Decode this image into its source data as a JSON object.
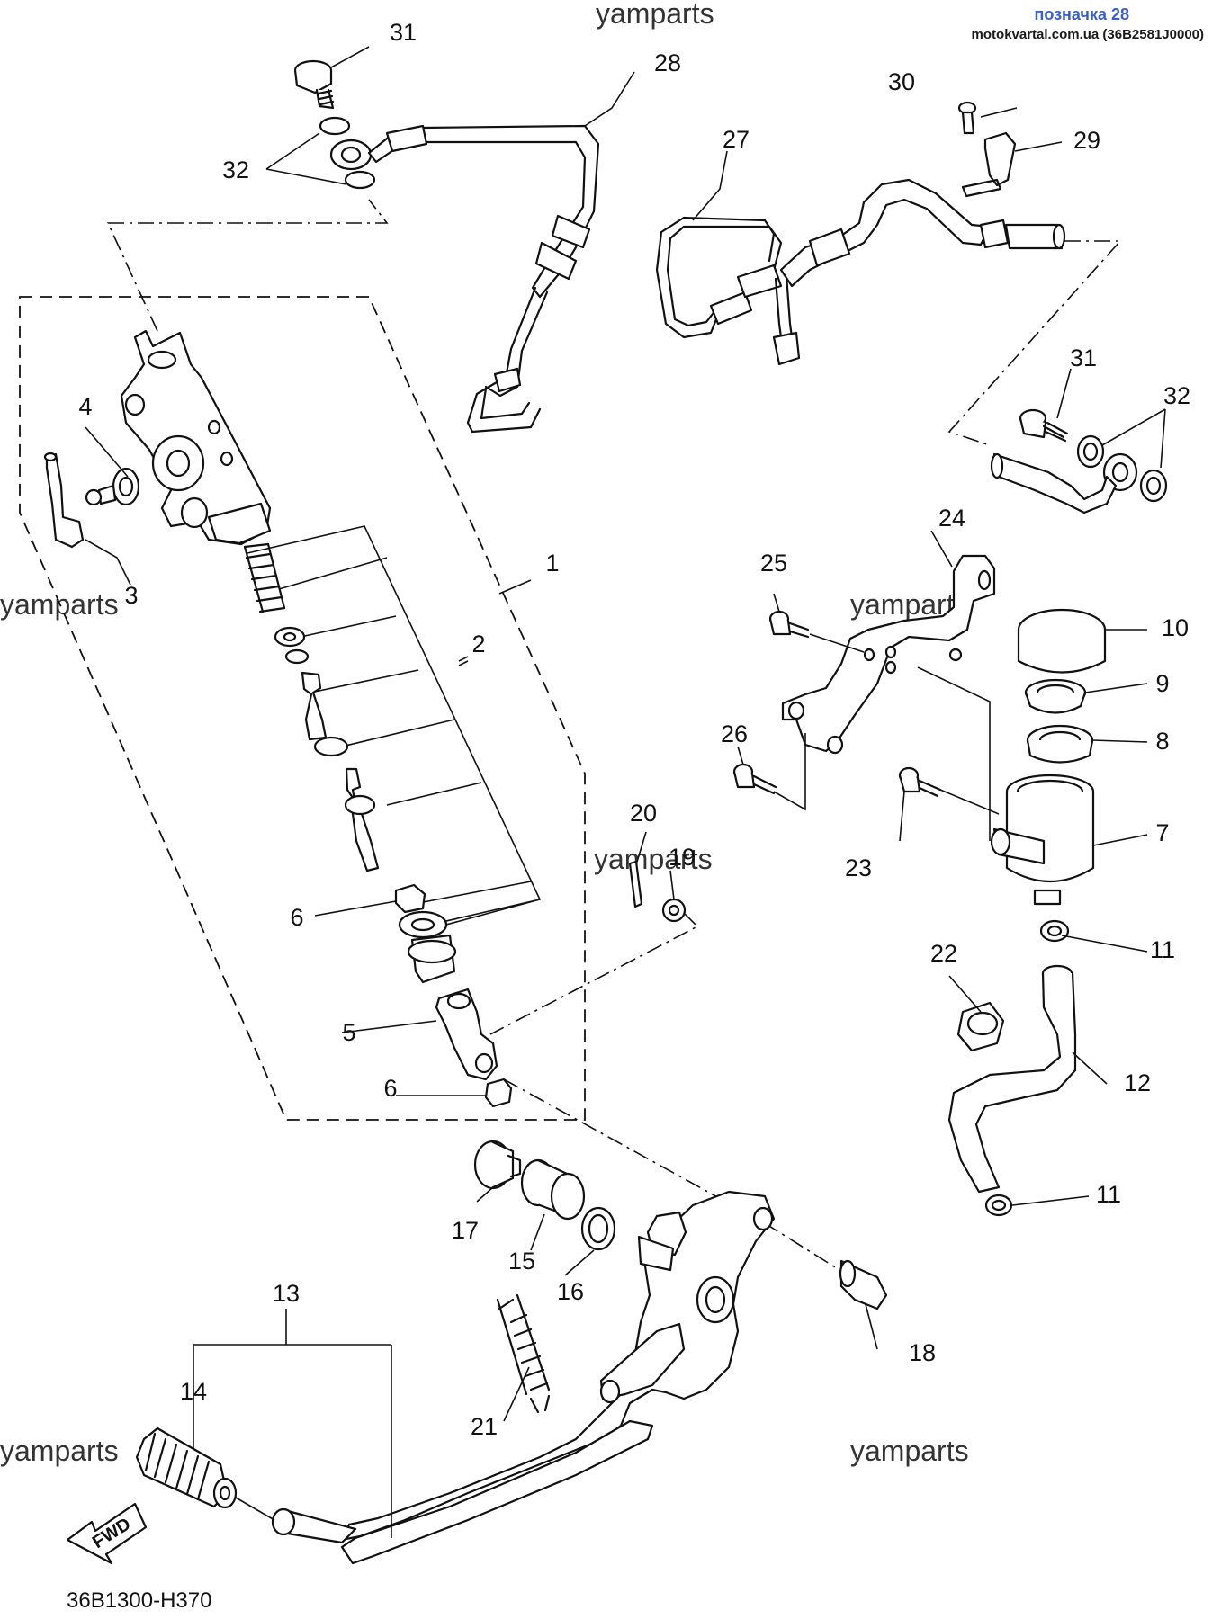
{
  "header": {
    "title": "позначка 28",
    "subtitle": "motokvartal.com.ua (36B2581J0000)"
  },
  "watermarks": [
    "yamparts",
    "yamparts",
    "yamparts",
    "yamparts",
    "yamparts",
    "yamparts"
  ],
  "diagram_code": "36B1300-H370",
  "fwd_label": "FWD",
  "callouts": {
    "p1": "1",
    "p2": "2",
    "p3": "3",
    "p4": "4",
    "p5": "5",
    "p6a": "6",
    "p6b": "6",
    "p7": "7",
    "p8": "8",
    "p9": "9",
    "p10": "10",
    "p11a": "11",
    "p11b": "11",
    "p12": "12",
    "p13": "13",
    "p14": "14",
    "p15": "15",
    "p16": "16",
    "p17": "17",
    "p18": "18",
    "p19": "19",
    "p20": "20",
    "p21": "21",
    "p22": "22",
    "p23": "23",
    "p24": "24",
    "p25": "25",
    "p26": "26",
    "p27": "27",
    "p28": "28",
    "p29": "29",
    "p30": "30",
    "p31a": "31",
    "p31b": "31",
    "p32a": "32",
    "p32b": "32"
  },
  "colors": {
    "line": "#111111",
    "header_title": "#3a5fcd",
    "background": "#ffffff"
  }
}
